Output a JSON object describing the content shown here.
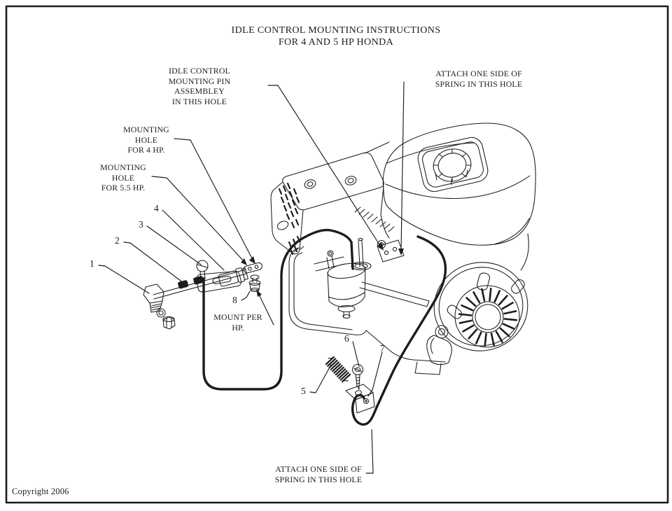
{
  "page": {
    "background": "#ffffff",
    "ink": "#1c1c1c",
    "copyright": "Copyright 2006"
  },
  "title": {
    "line1": "IDLE CONTROL MOUNTING INSTRUCTIONS",
    "line2": "FOR 4 AND 5 HP HONDA"
  },
  "callouts": {
    "pin_assembly": "IDLE CONTROL\nMOUNTING PIN\nASSEMBLEY\nIN THIS HOLE",
    "attach_spring_top": "ATTACH ONE SIDE OF\nSPRING IN THIS HOLE",
    "mounting_hole_4hp": "MOUNTING\nHOLE\nFOR 4 HP.",
    "mounting_hole_55hp": "MOUNTING\nHOLE\nFOR 5.5 HP.",
    "mount_per_hp": "MOUNT PER\nHP.",
    "attach_spring_bottom": "ATTACH ONE SIDE OF\nSPRING IN THIS HOLE"
  },
  "part_numbers": {
    "p1": "1",
    "p2": "2",
    "p3": "3",
    "p4": "4",
    "p5": "5",
    "p6": "6",
    "p7": "7",
    "p8": "8"
  }
}
